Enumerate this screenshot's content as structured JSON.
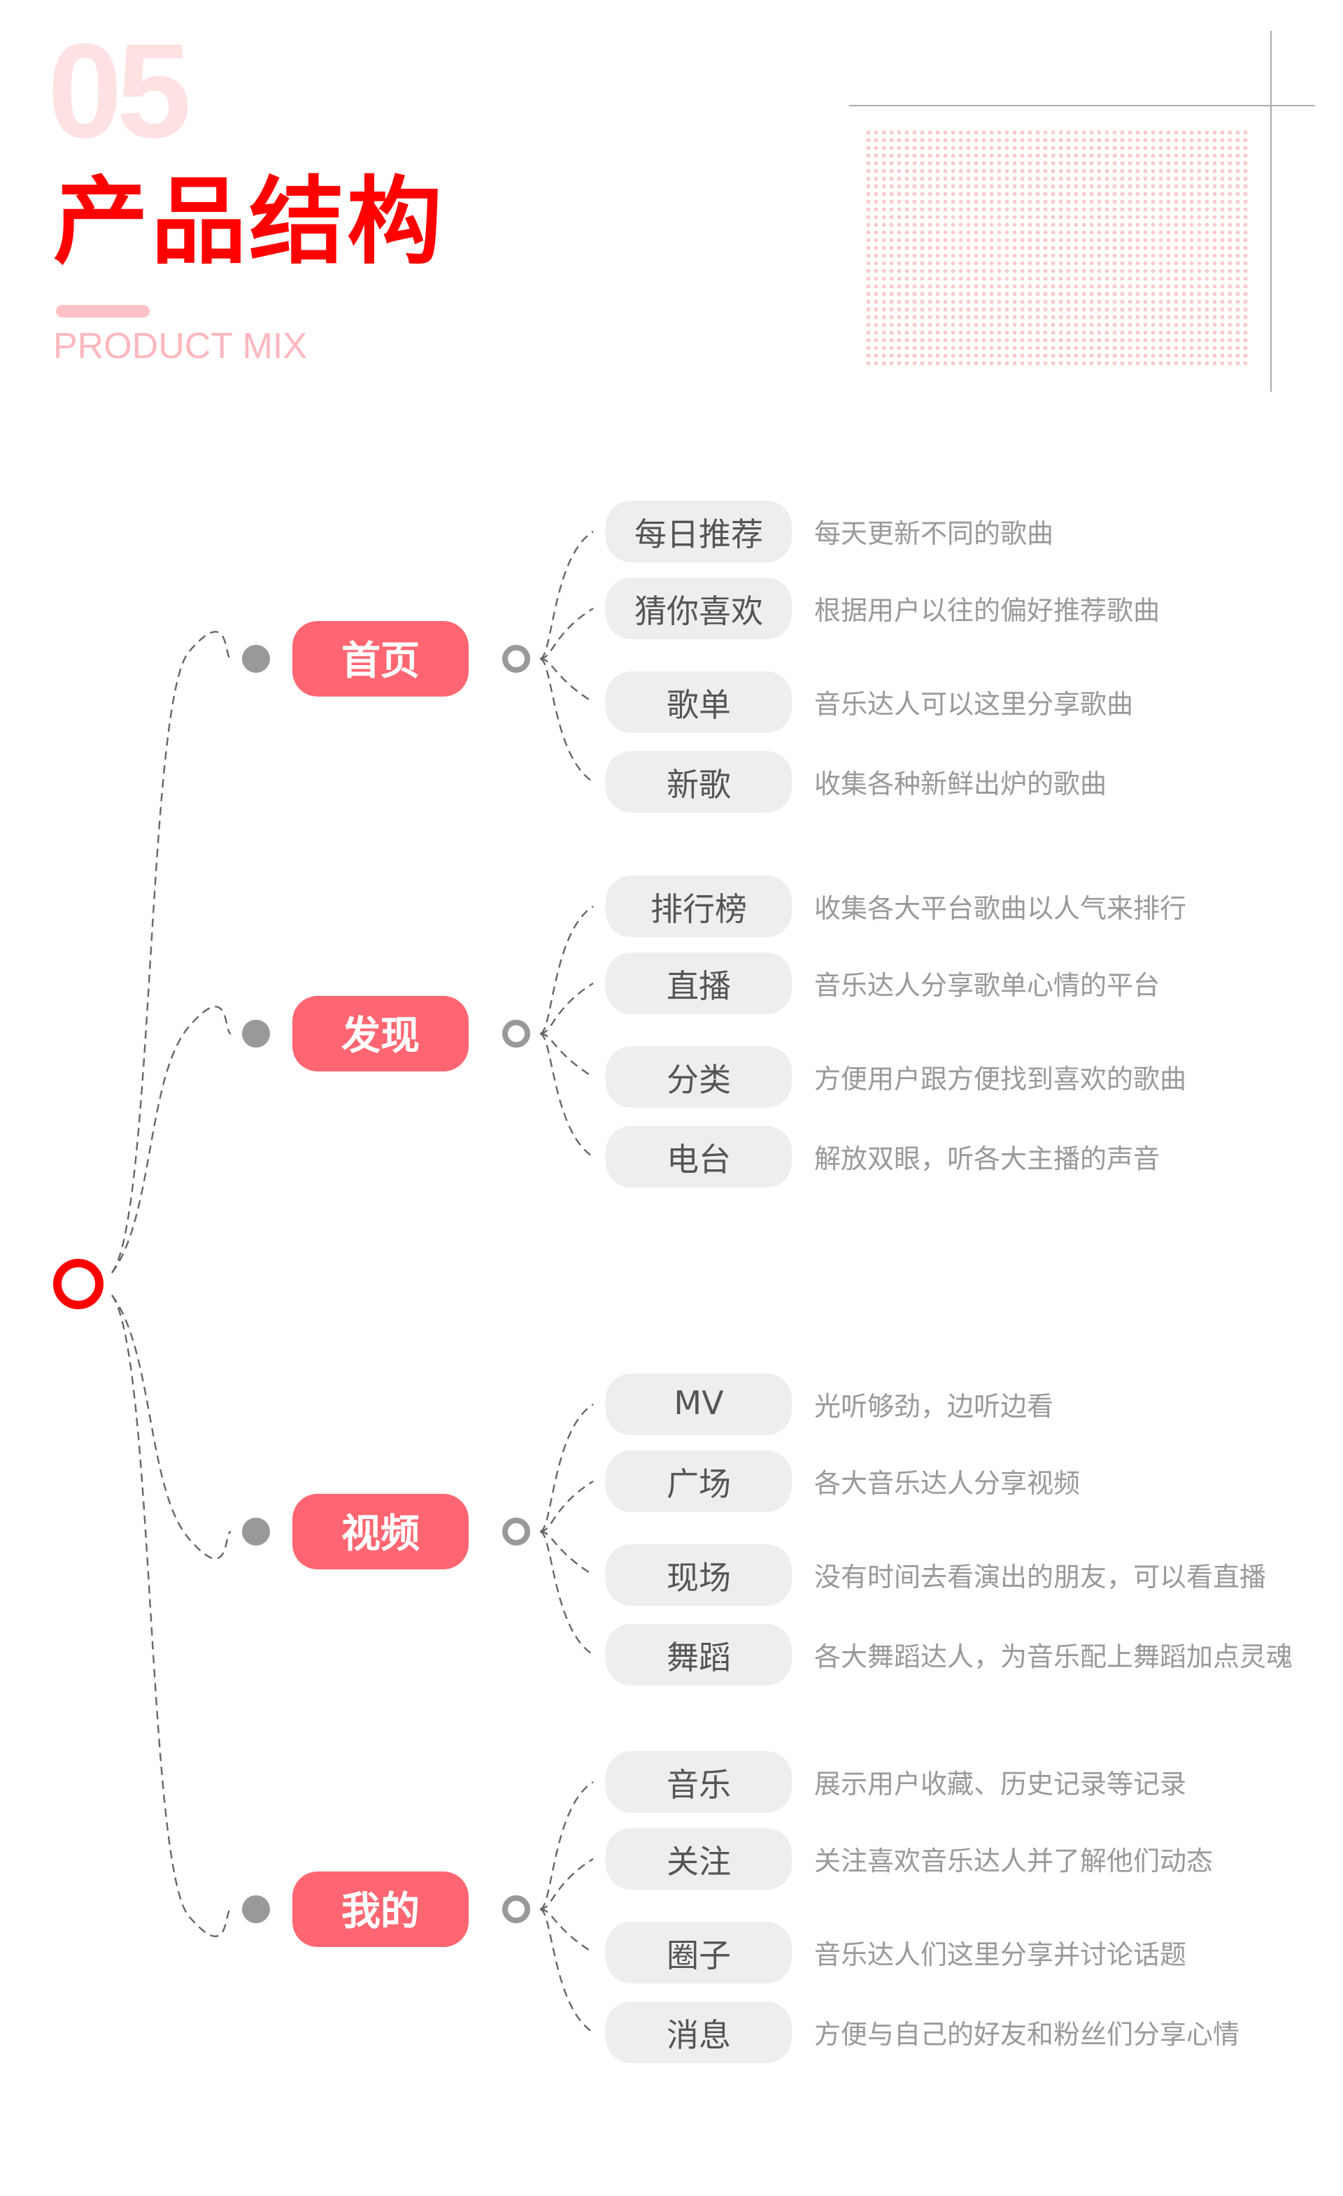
{
  "header": {
    "number": "05",
    "title": "产品结构",
    "subtitle": "PRODUCT MIX"
  },
  "colors": {
    "accent": "#ff0000",
    "category": "#ff6671",
    "item_bg": "#eeeeee",
    "subtitle": "#fdb8be"
  },
  "groups": [
    {
      "label": "首页",
      "items": [
        {
          "label": "每日推荐",
          "desc": "每天更新不同的歌曲"
        },
        {
          "label": "猜你喜欢",
          "desc": "根据用户以往的偏好推荐歌曲"
        },
        {
          "label": "歌单",
          "desc": "音乐达人可以这里分享歌曲"
        },
        {
          "label": "新歌",
          "desc": "收集各种新鲜出炉的歌曲"
        }
      ]
    },
    {
      "label": "发现",
      "items": [
        {
          "label": "排行榜",
          "desc": "收集各大平台歌曲以人气来排行"
        },
        {
          "label": "直播",
          "desc": "音乐达人分享歌单心情的平台"
        },
        {
          "label": "分类",
          "desc": "方便用户跟方便找到喜欢的歌曲"
        },
        {
          "label": "电台",
          "desc": "解放双眼，听各大主播的声音"
        }
      ]
    },
    {
      "label": "视频",
      "items": [
        {
          "label": "MV",
          "desc": "光听够劲，边听边看"
        },
        {
          "label": "广场",
          "desc": "各大音乐达人分享视频"
        },
        {
          "label": "现场",
          "desc": "没有时间去看演出的朋友，可以看直播"
        },
        {
          "label": "舞蹈",
          "desc": "各大舞蹈达人，为音乐配上舞蹈加点灵魂"
        }
      ]
    },
    {
      "label": "我的",
      "items": [
        {
          "label": "音乐",
          "desc": "展示用户收藏、历史记录等记录"
        },
        {
          "label": "关注",
          "desc": "关注喜欢音乐达人并了解他们动态"
        },
        {
          "label": "圈子",
          "desc": "音乐达人们这里分享并讨论话题"
        },
        {
          "label": "消息",
          "desc": "方便与自己的好友和粉丝们分享心情"
        }
      ]
    }
  ]
}
